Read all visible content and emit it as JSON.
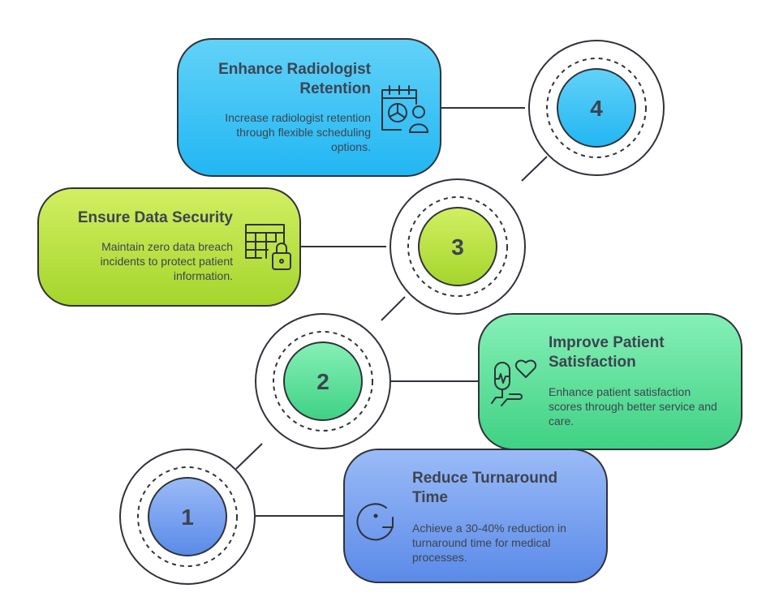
{
  "steps": [
    {
      "number": "1",
      "title": "Reduce Turnaround Time",
      "description": "Achieve a 30-40% reduction in turnaround time for medical processes.",
      "icon": "clock-refresh-icon",
      "color": "#6f9bf0"
    },
    {
      "number": "2",
      "title": "Improve Patient Satisfaction",
      "description": "Enhance patient satisfaction scores through better service and care.",
      "icon": "hand-heart-icon",
      "color": "#4ed88c"
    },
    {
      "number": "3",
      "title": "Ensure Data Security",
      "description": "Maintain zero data breach incidents to protect patient information.",
      "icon": "table-lock-icon",
      "color": "#b5dd3a"
    },
    {
      "number": "4",
      "title": "Enhance Radiologist Retention",
      "description": "Increase radiologist retention through flexible scheduling options.",
      "icon": "calendar-person-icon",
      "color": "#38c0f5"
    }
  ]
}
